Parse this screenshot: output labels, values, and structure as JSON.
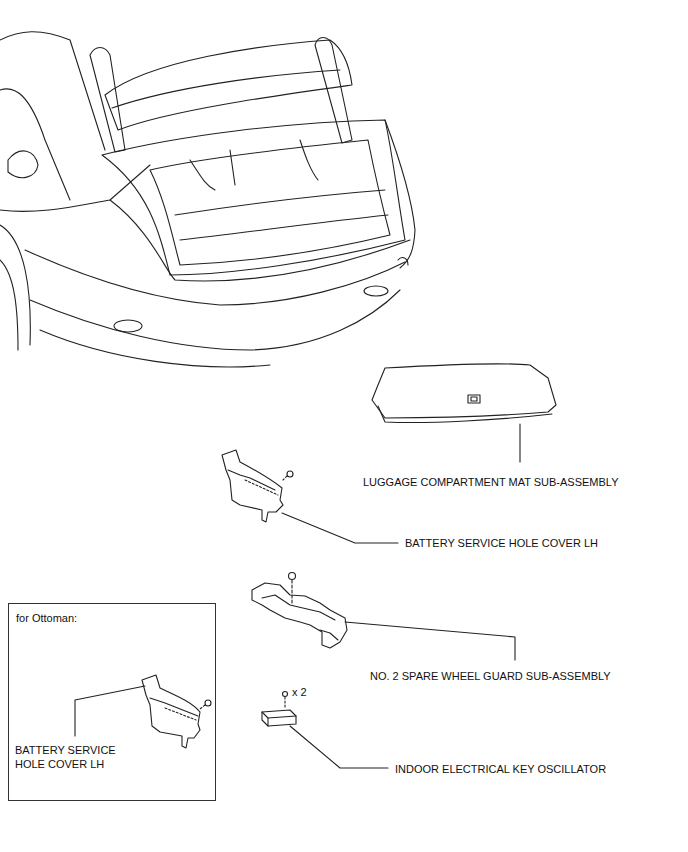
{
  "diagram": {
    "nodes": [
      {
        "text": [
          "for Ottoman:",
          "BATTERY SERVICE HOLE COVER LH"
        ]
      }
    ],
    "labels": [
      "LUGGAGE COMPARTMENT MAT SUB-ASSEMBLY",
      "BATTERY SERVICE HOLE COVER LH",
      "NO. 2 SPARE WHEEL GUARD SUB-ASSEMBLY",
      "x 2",
      "INDOOR ELECTRICAL KEY OSCILLATOR"
    ]
  }
}
